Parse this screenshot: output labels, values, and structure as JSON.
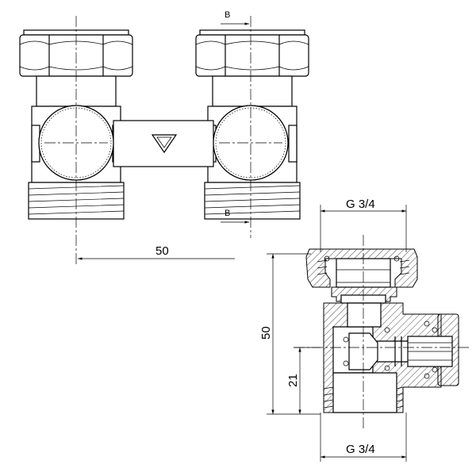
{
  "front_view": {
    "section_marker_top": "B",
    "section_marker_bottom": "B",
    "centre_distance": "50"
  },
  "section_view": {
    "top_thread": "G 3/4",
    "bottom_thread": "G 3/4",
    "overall_height": "50",
    "axis_height": "21"
  }
}
